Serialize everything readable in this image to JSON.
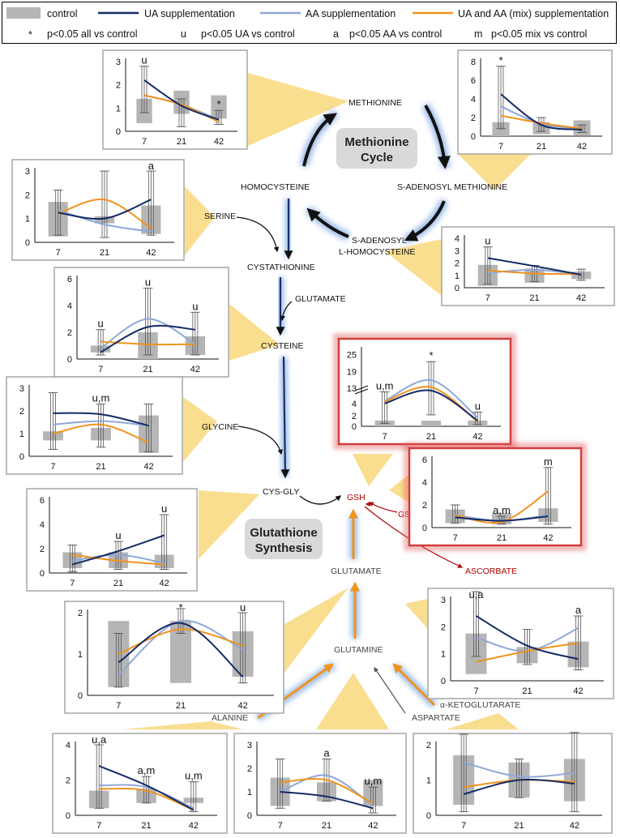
{
  "legend": {
    "control": "control",
    "ua": "UA supplementation",
    "aa": "AA supplementation",
    "mix": "UA and AA (mix) supplementation",
    "sig_all_symbol": "*",
    "sig_all": "p<0.05 all vs control",
    "sig_ua_symbol": "u",
    "sig_ua": "p<0.05 UA vs control",
    "sig_aa_symbol": "a",
    "sig_aa": "p<0.05 AA vs control",
    "sig_mix_symbol": "m",
    "sig_mix": "p<0.05 mix vs control"
  },
  "colors": {
    "control": "#b5b5b5",
    "ua": "#142a66",
    "aa": "#8fa8d8",
    "mix": "#f0931e",
    "highlight": "#e06060",
    "glow": "#8fb4e8",
    "beam": "#f7d36a",
    "red_text": "#b00000"
  },
  "cycles": {
    "methionine": "Methionine Cycle",
    "glutathione": "Glutathione Synthesis"
  },
  "metabolites": {
    "methionine": "METHIONINE",
    "sam": "S-ADENOSYL METHIONINE",
    "sah_1": "S-ADENOSYL",
    "sah_2": "L-HOMOCYSTEINE",
    "homocysteine": "HOMOCYSTEINE",
    "serine": "SERINE",
    "cystathionine": "CYSTATHIONINE",
    "glutamate_a": "GLUTAMATE",
    "cysteine": "CYSTEINE",
    "glycine": "GLYCINE",
    "cysgly": "CYS-GLY",
    "gsh": "GSH",
    "gssg": "GSSG",
    "ascorbate": "ASCORBATE",
    "glutamate_b": "GLUTAMATE",
    "glutamine": "GLUTAMINE",
    "alanine": "ALANINE",
    "aspartate": "ASPARTATE",
    "akg": "α-KETOGLUTARATE"
  },
  "chart_data": [
    {
      "id": "methionine",
      "type": "bar",
      "categories": [
        "7",
        "21",
        "42"
      ],
      "ylim": [
        0,
        3
      ],
      "yticks": [
        "0",
        "1",
        "2",
        "3"
      ],
      "control": [
        1.05,
        1.0,
        1.0
      ],
      "control_base": [
        0.35,
        0.75,
        0.55
      ],
      "series": [
        {
          "key": "ua",
          "values": [
            2.2,
            1.1,
            0.5
          ]
        },
        {
          "key": "aa",
          "values": [
            1.55,
            1.15,
            0.5
          ]
        },
        {
          "key": "mix",
          "values": [
            1.55,
            1.15,
            0.4
          ]
        }
      ],
      "errors": [
        [
          0.8,
          2.8
        ],
        [
          0.2,
          1.4
        ],
        [
          0.3,
          0.9
        ]
      ],
      "sig": [
        "u",
        "",
        "*"
      ]
    },
    {
      "id": "sam",
      "type": "bar",
      "categories": [
        "7",
        "21",
        "42"
      ],
      "ylim": [
        0,
        8
      ],
      "yticks": [
        "0",
        "2",
        "4",
        "6",
        "8"
      ],
      "control": [
        1.5,
        1.3,
        1.6
      ],
      "control_base": [
        0,
        0.2,
        0.1
      ],
      "series": [
        {
          "key": "ua",
          "values": [
            4.5,
            1.2,
            0.7
          ]
        },
        {
          "key": "aa",
          "values": [
            3.2,
            1.3,
            0.8
          ]
        },
        {
          "key": "mix",
          "values": [
            2.2,
            1.4,
            0.8
          ]
        }
      ],
      "errors": [
        [
          0.8,
          7.5
        ],
        [
          0.5,
          2.0
        ],
        [
          0.4,
          1.2
        ]
      ],
      "sig": [
        "*",
        "",
        ""
      ]
    },
    {
      "id": "serine",
      "type": "bar",
      "categories": [
        "7",
        "21",
        "42"
      ],
      "ylim": [
        0,
        3
      ],
      "yticks": [
        "0",
        "1",
        "2",
        "3"
      ],
      "control": [
        1.45,
        0.3,
        1.2
      ],
      "control_base": [
        0.25,
        0.8,
        0.35
      ],
      "series": [
        {
          "key": "ua",
          "values": [
            1.25,
            1.0,
            1.8
          ]
        },
        {
          "key": "aa",
          "values": [
            1.35,
            0.75,
            0.45
          ]
        },
        {
          "key": "mix",
          "values": [
            1.2,
            1.8,
            0.6
          ]
        }
      ],
      "errors": [
        [
          0.3,
          2.2
        ],
        [
          0.2,
          3.0
        ],
        [
          0.3,
          3.0
        ]
      ],
      "sig": [
        "",
        "",
        "a"
      ]
    },
    {
      "id": "sah",
      "type": "bar",
      "categories": [
        "7",
        "21",
        "42"
      ],
      "ylim": [
        0,
        4
      ],
      "yticks": [
        "0",
        "1",
        "2",
        "3",
        "4"
      ],
      "control": [
        1.7,
        1.15,
        0.6
      ],
      "control_base": [
        0.15,
        0.4,
        0.7
      ],
      "series": [
        {
          "key": "ua",
          "values": [
            2.4,
            1.75,
            1.05
          ]
        },
        {
          "key": "aa",
          "values": [
            1.2,
            1.45,
            1.05
          ]
        },
        {
          "key": "mix",
          "values": [
            1.4,
            1.15,
            1.1
          ]
        }
      ],
      "errors": [
        [
          0.3,
          3.3
        ],
        [
          0.5,
          1.8
        ],
        [
          0.6,
          1.5
        ]
      ],
      "sig": [
        "u",
        "",
        ""
      ]
    },
    {
      "id": "cysteine",
      "type": "bar",
      "categories": [
        "7",
        "21",
        "42"
      ],
      "ylim": [
        0,
        6
      ],
      "yticks": [
        "0",
        "2",
        "4",
        "6"
      ],
      "control": [
        0.5,
        2.0,
        1.4
      ],
      "control_base": [
        0.5,
        0,
        0.3
      ],
      "series": [
        {
          "key": "ua",
          "values": [
            0.5,
            2.4,
            2.2
          ]
        },
        {
          "key": "aa",
          "values": [
            0.8,
            3.0,
            1.1
          ]
        },
        {
          "key": "mix",
          "values": [
            1.3,
            1.1,
            1.1
          ]
        }
      ],
      "errors": [
        [
          0.3,
          2.2
        ],
        [
          0.3,
          5.3
        ],
        [
          0.3,
          3.5
        ]
      ],
      "sig": [
        "u",
        "u",
        "u"
      ]
    },
    {
      "id": "gsh",
      "type": "bar",
      "categories": [
        "7",
        "21",
        "42"
      ],
      "ylim": [
        0,
        25
      ],
      "yticks": [
        "0",
        "2",
        "4",
        "13",
        "19",
        "25"
      ],
      "broken_axis": true,
      "control": [
        1.0,
        1.0,
        1.0
      ],
      "control_base": [
        0,
        0,
        0
      ],
      "series": [
        {
          "key": "ua",
          "values": [
            4.0,
            9.5,
            1.0
          ]
        },
        {
          "key": "aa",
          "values": [
            5.0,
            14.0,
            1.5
          ]
        },
        {
          "key": "mix",
          "values": [
            4.8,
            11.0,
            0.8
          ]
        }
      ],
      "errors": [
        [
          0.5,
          9.0
        ],
        [
          2.0,
          22.0
        ],
        [
          0.3,
          2.5
        ]
      ],
      "sig": [
        "u,m",
        "*",
        "u"
      ]
    },
    {
      "id": "glycine",
      "type": "bar",
      "categories": [
        "7",
        "21",
        "42"
      ],
      "ylim": [
        0,
        3
      ],
      "yticks": [
        "0",
        "1",
        "2",
        "3"
      ],
      "control": [
        0.4,
        0.55,
        1.65
      ],
      "control_base": [
        0.7,
        0.7,
        0.15
      ],
      "series": [
        {
          "key": "ua",
          "values": [
            1.9,
            1.85,
            1.35
          ]
        },
        {
          "key": "aa",
          "values": [
            1.4,
            1.55,
            1.35
          ]
        },
        {
          "key": "mix",
          "values": [
            1.0,
            1.4,
            0.6
          ]
        }
      ],
      "errors": [
        [
          0.3,
          2.8
        ],
        [
          0.4,
          2.3
        ],
        [
          0.2,
          2.3
        ]
      ],
      "sig": [
        "",
        "u,m",
        ""
      ]
    },
    {
      "id": "gssg",
      "type": "bar",
      "categories": [
        "7",
        "21",
        "42"
      ],
      "ylim": [
        0,
        6
      ],
      "yticks": [
        "0",
        "2",
        "4",
        "6"
      ],
      "control": [
        1.2,
        1.0,
        1.2
      ],
      "control_base": [
        0.4,
        0.3,
        0.5
      ],
      "series": [
        {
          "key": "ua",
          "values": [
            0.9,
            0.6,
            1.0
          ]
        },
        {
          "key": "aa",
          "values": [
            1.1,
            0.6,
            1.1
          ]
        },
        {
          "key": "mix",
          "values": [
            1.1,
            0.5,
            3.2
          ]
        }
      ],
      "errors": [
        [
          0.4,
          2.0
        ],
        [
          0.3,
          1.0
        ],
        [
          0.3,
          5.3
        ]
      ],
      "sig": [
        "",
        "a,m",
        "m"
      ]
    },
    {
      "id": "cysgly",
      "type": "bar",
      "categories": [
        "7",
        "21",
        "42"
      ],
      "ylim": [
        0,
        6
      ],
      "yticks": [
        "0",
        "2",
        "4",
        "6"
      ],
      "control": [
        1.3,
        1.3,
        1.1
      ],
      "control_base": [
        0.4,
        0.4,
        0.4
      ],
      "series": [
        {
          "key": "ua",
          "values": [
            0.7,
            1.8,
            3.1
          ]
        },
        {
          "key": "aa",
          "values": [
            1.0,
            1.5,
            0.8
          ]
        },
        {
          "key": "mix",
          "values": [
            1.5,
            1.0,
            0.7
          ]
        }
      ],
      "errors": [
        [
          0.1,
          2.3
        ],
        [
          0.3,
          2.6
        ],
        [
          0.3,
          4.8
        ]
      ],
      "sig": [
        "",
        "u",
        "u"
      ]
    },
    {
      "id": "ascorbate",
      "type": "bar",
      "categories": [
        "7",
        "21",
        "42"
      ],
      "ylim": [
        0,
        3
      ],
      "yticks": [
        "0",
        "1",
        "2",
        "3"
      ],
      "control": [
        1.5,
        0.6,
        0.95
      ],
      "control_base": [
        0.25,
        0.65,
        0.5
      ],
      "series": [
        {
          "key": "ua",
          "values": [
            2.4,
            1.3,
            0.8
          ]
        },
        {
          "key": "aa",
          "values": [
            1.6,
            1.1,
            1.95
          ]
        },
        {
          "key": "mix",
          "values": [
            0.7,
            1.1,
            1.4
          ]
        }
      ],
      "errors": [
        [
          0.9,
          3.3
        ],
        [
          0.6,
          1.9
        ],
        [
          0.4,
          2.4
        ]
      ],
      "sig": [
        "u,a",
        "",
        "a"
      ]
    },
    {
      "id": "glutamine",
      "type": "bar",
      "categories": [
        "7",
        "21",
        "42"
      ],
      "ylim": [
        0,
        2
      ],
      "yticks": [
        "0",
        "1",
        "2"
      ],
      "control": [
        1.6,
        1.5,
        1.1
      ],
      "control_base": [
        0.2,
        0.3,
        0.45
      ],
      "series": [
        {
          "key": "ua",
          "values": [
            0.8,
            1.75,
            0.45
          ]
        },
        {
          "key": "aa",
          "values": [
            0.5,
            1.8,
            1.1
          ]
        },
        {
          "key": "mix",
          "values": [
            1.0,
            1.6,
            1.2
          ]
        }
      ],
      "errors": [
        [
          0.2,
          1.5
        ],
        [
          1.5,
          2.1
        ],
        [
          0.3,
          2.0
        ]
      ],
      "sig": [
        "",
        "*",
        "u"
      ]
    },
    {
      "id": "alanine",
      "type": "bar",
      "categories": [
        "7",
        "21",
        "42"
      ],
      "ylim": [
        0,
        4
      ],
      "yticks": [
        "0",
        "2",
        "4"
      ],
      "control": [
        1.0,
        0.8,
        0.3
      ],
      "control_base": [
        0.4,
        0.7,
        0.7
      ],
      "series": [
        {
          "key": "ua",
          "values": [
            2.8,
            1.7,
            0.3
          ]
        },
        {
          "key": "aa",
          "values": [
            1.7,
            1.6,
            0.4
          ]
        },
        {
          "key": "mix",
          "values": [
            1.5,
            1.4,
            0.3
          ]
        }
      ],
      "errors": [
        [
          0.4,
          4.0
        ],
        [
          0.7,
          2.2
        ],
        [
          0.2,
          1.9
        ]
      ],
      "sig": [
        "u,a",
        "a,m",
        "u,m"
      ]
    },
    {
      "id": "aspartate",
      "type": "bar",
      "categories": [
        "7",
        "21",
        "42"
      ],
      "ylim": [
        0,
        3
      ],
      "yticks": [
        "0",
        "1",
        "2",
        "3"
      ],
      "control": [
        1.2,
        0.8,
        1.1
      ],
      "control_base": [
        0.4,
        0.6,
        0.4
      ],
      "series": [
        {
          "key": "ua",
          "values": [
            1.0,
            0.8,
            0.3
          ]
        },
        {
          "key": "aa",
          "values": [
            1.0,
            1.7,
            0.4
          ]
        },
        {
          "key": "mix",
          "values": [
            1.4,
            1.5,
            0.5
          ]
        }
      ],
      "errors": [
        [
          0.3,
          2.4
        ],
        [
          0.6,
          2.4
        ],
        [
          0.1,
          1.2
        ]
      ],
      "sig": [
        "",
        "a",
        "u,m"
      ]
    },
    {
      "id": "akg",
      "type": "bar",
      "categories": [
        "7",
        "21",
        "42"
      ],
      "ylim": [
        0,
        2
      ],
      "yticks": [
        "0",
        "1",
        "2"
      ],
      "control": [
        1.4,
        1.0,
        1.2
      ],
      "control_base": [
        0.3,
        0.5,
        0.4
      ],
      "series": [
        {
          "key": "ua",
          "values": [
            0.6,
            1.0,
            0.9
          ]
        },
        {
          "key": "aa",
          "values": [
            1.5,
            1.1,
            1.2
          ]
        },
        {
          "key": "mix",
          "values": [
            0.8,
            1.0,
            0.95
          ]
        }
      ],
      "errors": [
        [
          0.1,
          2.3
        ],
        [
          0.5,
          1.6
        ],
        [
          0.1,
          2.35
        ]
      ],
      "sig": [
        "",
        "",
        ""
      ]
    }
  ]
}
